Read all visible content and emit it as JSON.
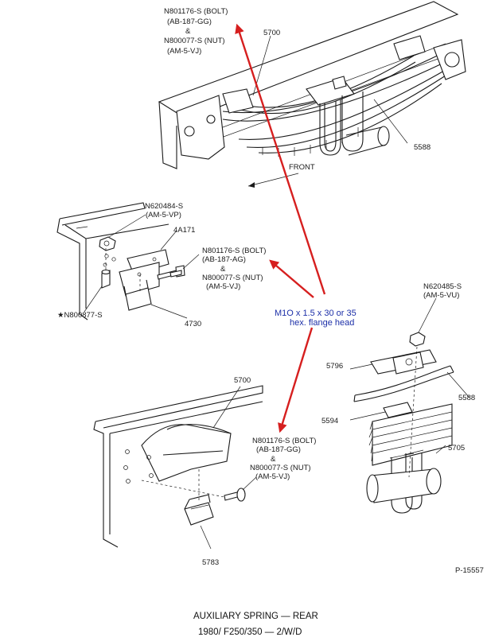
{
  "top_assembly": {
    "bolt_nut_lines": [
      "N801176-S (BOLT)",
      "(AB-187-GG)",
      "&",
      "N800077-S (NUT)",
      "(AM-5-VJ)"
    ],
    "part_5700": "5700",
    "part_5588": "5588",
    "front_label": "FRONT"
  },
  "bracket_assembly": {
    "nut_lines": [
      "N620484-S",
      "(AM-5-VP)"
    ],
    "part_4a171": "4A171",
    "bolt_nut_lines": [
      "N801176-S (BOLT)",
      "(AB-187-AG)",
      "&",
      "N800077-S (NUT)",
      "(AM-5-VJ)"
    ],
    "spacer_label": "★N800877-S",
    "part_4730": "4730"
  },
  "right_assembly": {
    "nut_lines": [
      "N620485-S",
      "(AM-5-VU)"
    ],
    "part_5796": "5796",
    "part_5588": "5588",
    "part_5594": "5594",
    "part_5705": "5705"
  },
  "bottom_assembly": {
    "part_5700": "5700",
    "bolt_nut_lines": [
      "N801176-S (BOLT)",
      "(AB-187-GG)",
      "&",
      "N800077-S (NUT)",
      "(AM-5-VJ)"
    ],
    "part_5783": "5783"
  },
  "annotation": {
    "lines": [
      "M1O x 1.5 x 30 or 35",
      "hex. flange head"
    ],
    "color": "#1c2fa8",
    "arrow_color": "#d61f1f"
  },
  "figure_number": "P-15557",
  "caption": {
    "line1": "AUXILIARY SPRING — REAR",
    "line2": "1980/ F250/350 — 2/W/D"
  }
}
